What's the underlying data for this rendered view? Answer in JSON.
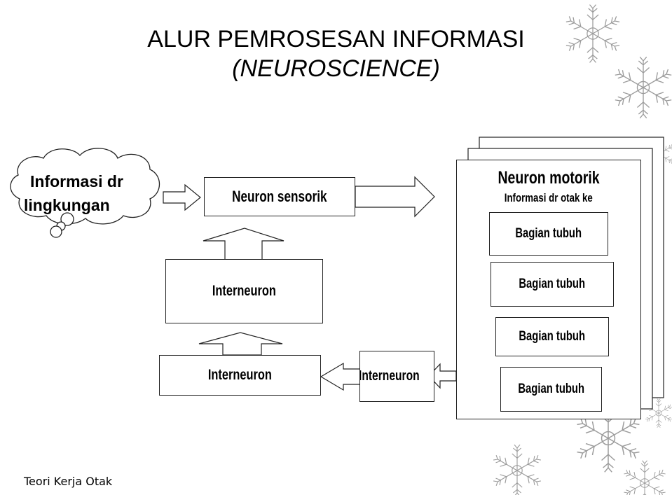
{
  "slide": {
    "title_line1": "ALUR PEMROSESAN INFORMASI",
    "title_line2": "(NEUROSCIENCE)",
    "footer": "Teori Kerja Otak"
  },
  "diagram": {
    "cloud_line1": "Informasi dr",
    "cloud_line2": "lingkungan",
    "sensory_neuron": "Neuron sensorik",
    "interneuron_upper": "Interneuron",
    "interneuron_lower": "Interneuron",
    "interneuron_right": "Interneuron",
    "motor_title": "Neuron motorik",
    "motor_subtitle": "Informasi dr otak ke",
    "body_parts": [
      "Bagian tubuh",
      "Bagian tubuh",
      "Bagian tubuh",
      "Bagian tubuh"
    ]
  }
}
